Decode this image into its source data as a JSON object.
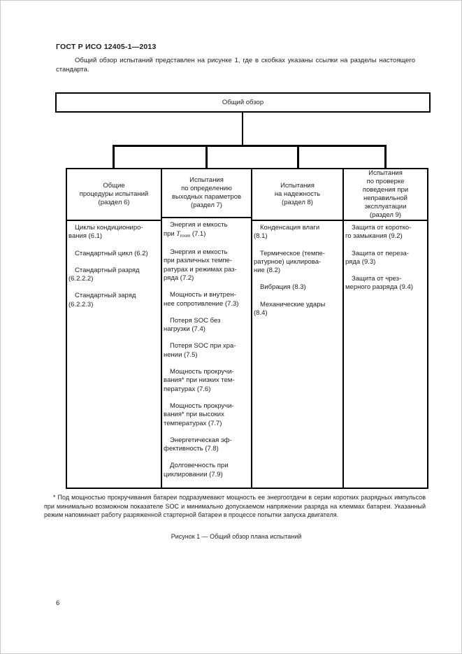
{
  "page": {
    "doc_header": "ГОСТ Р ИСО 12405-1—2013",
    "intro": "Общий обзор испытаний представлен на рисунке 1, где в скобках указаны ссылки на разделы настоящего стандарта.",
    "page_number": "6"
  },
  "diagram": {
    "root_label": "Общий обзор",
    "columns": [
      {
        "header": "Общие\nпроцедуры испытаний\n(раздел 6)",
        "items": [
          "Циклы кондициониро-\nвания (6.1)",
          "Стандартный цикл (6.2)",
          "Стандартный разряд\n(6.2.2.2)",
          "Стандартный заряд\n(6.2.2.3)"
        ]
      },
      {
        "header": "Испытания\nпо определению\nвыходных параметров\n(раздел 7)",
        "item_energy_troom": {
          "pre": "Энергия и емкость\nпри ",
          "var": "T",
          "sub": "room",
          "post": " (7.1)"
        },
        "items": [
          "Энергия и емкость\nпри различных темпе-\nратурах и режимах раз-\nряда (7.2)",
          "Мощность и внутрен-\nнее сопротивление (7.3)",
          "Потеря SOC без\nнагрузки (7.4)",
          "Потеря SOC при хра-\nнении (7.5)",
          "Мощность прокручи-\nвания* при низких тем-\nпературах (7.6)",
          "Мощность прокручи-\nвания* при высоких\nтемпературах (7.7)",
          "Энергетическая эф-\nфективность (7.8)",
          "Долговечность при\nциклировании (7.9)"
        ]
      },
      {
        "header": "Испытания\nна надежность\n(раздел 8)",
        "items": [
          "Конденсация влаги\n(8.1)",
          "Термическое (темпе-\nратурное) циклирова-\nние (8.2)",
          "Вибрация (8.3)",
          "Механические удары\n(8.4)"
        ]
      },
      {
        "header": "Испытания\nпо проверке\nповедения при\nнеправильной\nэксплуатации\n(раздел 9)",
        "items": [
          "Защита от коротко-\nго замыкания (9.2)",
          "Защита от переза-\nряда (9.3)",
          "Защита от чрез-\nмерного разряда (9.4)"
        ]
      }
    ],
    "footnote": "* Под мощностью прокручивания батареи подразумевают мощность ее энергоотдачи в серии коротких разрядных импульсов при минимально возможном показателе SOC и минимально допускаемом напряжении разряда на клеммах батареи. Указанный режим напоминает работу разряженной стартерной батареи в процессе попытки запуска двигателя.",
    "caption": "Рисунок 1 — Общий обзор плана испытаний"
  }
}
